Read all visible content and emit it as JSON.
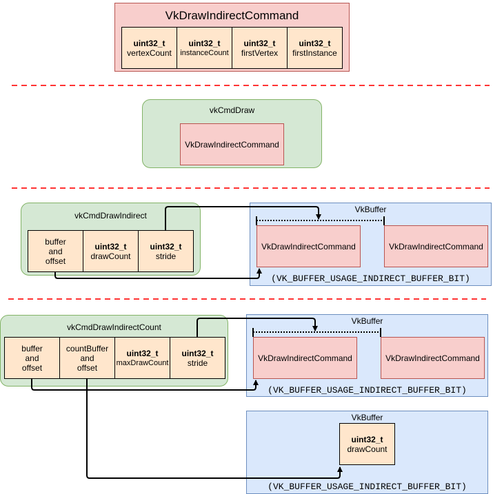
{
  "top": {
    "title": "VkDrawIndirectCommand",
    "fields": [
      {
        "type": "uint32_t",
        "name": "vertexCount"
      },
      {
        "type": "uint32_t",
        "name": "instanceCount"
      },
      {
        "type": "uint32_t",
        "name": "firstVertex"
      },
      {
        "type": "uint32_t",
        "name": "firstInstance"
      }
    ]
  },
  "draw": {
    "title": "vkCmdDraw",
    "inner": "VkDrawIndirectCommand"
  },
  "indirect": {
    "title": "vkCmdDrawIndirect",
    "fields": [
      {
        "type": "",
        "name": "buffer\nand\noffset"
      },
      {
        "type": "uint32_t",
        "name": "drawCount"
      },
      {
        "type": "uint32_t",
        "name": "stride"
      }
    ],
    "buffer": {
      "title": "VkBuffer",
      "commands": [
        "VkDrawIndirectCommand",
        "VkDrawIndirectCommand"
      ],
      "usage": "(VK_BUFFER_USAGE_INDIRECT_BUFFER_BIT)"
    }
  },
  "indirect_count": {
    "title": "vkCmdDrawIndirectCount",
    "fields": [
      {
        "type": "",
        "name": "buffer\nand\noffset"
      },
      {
        "type": "",
        "name": "countBuffer\nand\noffset"
      },
      {
        "type": "uint32_t",
        "name": "maxDrawCount"
      },
      {
        "type": "uint32_t",
        "name": "stride"
      }
    ],
    "buffer": {
      "title": "VkBuffer",
      "commands": [
        "VkDrawIndirectCommand",
        "VkDrawIndirectCommand"
      ],
      "usage": "(VK_BUFFER_USAGE_INDIRECT_BUFFER_BIT)"
    },
    "count_buffer": {
      "title": "VkBuffer",
      "field": {
        "type": "uint32_t",
        "name": "drawCount"
      },
      "usage": "(VK_BUFFER_USAGE_INDIRECT_BUFFER_BIT)"
    }
  },
  "colors": {
    "red_fill": "#f8cecc",
    "green_fill": "#d5e8d4",
    "blue_fill": "#dae8fc",
    "orange_fill": "#ffe6cc",
    "separator": "#ff3333"
  }
}
